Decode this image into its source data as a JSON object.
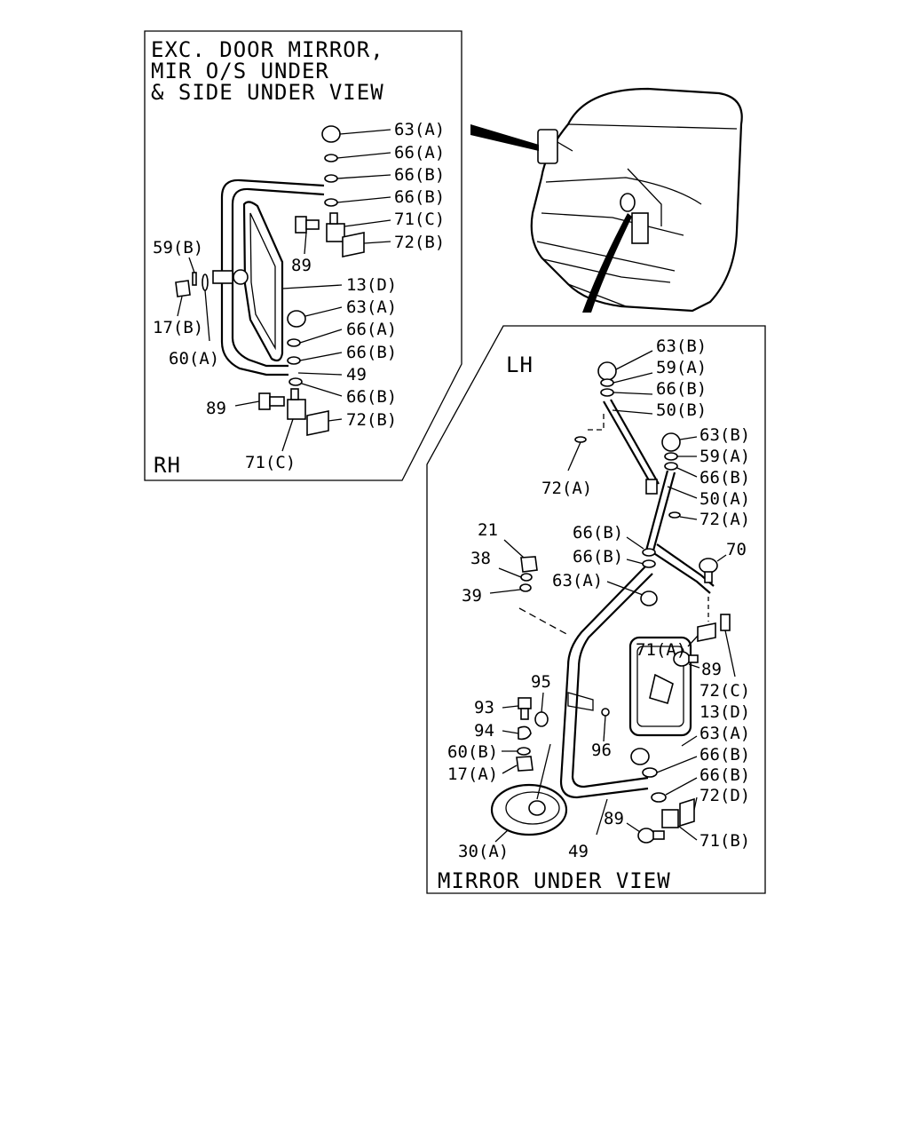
{
  "rh_panel": {
    "title_lines": [
      "EXC. DOOR MIRROR,",
      "MIR O/S UNDER",
      "& SIDE UNDER VIEW"
    ],
    "corner_label": "RH",
    "labels": [
      {
        "id": "rh-63a-top",
        "text": "63(A)"
      },
      {
        "id": "rh-66a-top",
        "text": "66(A)"
      },
      {
        "id": "rh-66b-1",
        "text": "66(B)"
      },
      {
        "id": "rh-66b-2",
        "text": "66(B)"
      },
      {
        "id": "rh-71c-top",
        "text": "71(C)"
      },
      {
        "id": "rh-72b-top",
        "text": "72(B)"
      },
      {
        "id": "rh-89-top",
        "text": "89"
      },
      {
        "id": "rh-59b",
        "text": "59(B)"
      },
      {
        "id": "rh-13d",
        "text": "13(D)"
      },
      {
        "id": "rh-17b",
        "text": "17(B)"
      },
      {
        "id": "rh-63a-mid",
        "text": "63(A)"
      },
      {
        "id": "rh-66a-mid",
        "text": "66(A)"
      },
      {
        "id": "rh-60a",
        "text": "60(A)"
      },
      {
        "id": "rh-66b-3",
        "text": "66(B)"
      },
      {
        "id": "rh-49",
        "text": "49"
      },
      {
        "id": "rh-66b-4",
        "text": "66(B)"
      },
      {
        "id": "rh-89-bot",
        "text": "89"
      },
      {
        "id": "rh-72b-bot",
        "text": "72(B)"
      },
      {
        "id": "rh-71c-bot",
        "text": "71(C)"
      }
    ]
  },
  "lh_panel": {
    "corner_label": "LH",
    "footer_label": "MIRROR UNDER VIEW",
    "labels": [
      {
        "id": "lh-63b-top",
        "text": "63(B)"
      },
      {
        "id": "lh-59a-top",
        "text": "59(A)"
      },
      {
        "id": "lh-66b-top",
        "text": "66(B)"
      },
      {
        "id": "lh-50b",
        "text": "50(B)"
      },
      {
        "id": "lh-63b-2",
        "text": "63(B)"
      },
      {
        "id": "lh-59a-2",
        "text": "59(A)"
      },
      {
        "id": "lh-66b-2",
        "text": "66(B)"
      },
      {
        "id": "lh-72a-left",
        "text": "72(A)"
      },
      {
        "id": "lh-50a",
        "text": "50(A)"
      },
      {
        "id": "lh-72a-right",
        "text": "72(A)"
      },
      {
        "id": "lh-21",
        "text": "21"
      },
      {
        "id": "lh-66b-3",
        "text": "66(B)"
      },
      {
        "id": "lh-70",
        "text": "70"
      },
      {
        "id": "lh-38",
        "text": "38"
      },
      {
        "id": "lh-66b-4",
        "text": "66(B)"
      },
      {
        "id": "lh-63a-1",
        "text": "63(A)"
      },
      {
        "id": "lh-39",
        "text": "39"
      },
      {
        "id": "lh-71a",
        "text": "71(A)"
      },
      {
        "id": "lh-89-1",
        "text": "89"
      },
      {
        "id": "lh-95",
        "text": "95"
      },
      {
        "id": "lh-72c",
        "text": "72(C)"
      },
      {
        "id": "lh-93",
        "text": "93"
      },
      {
        "id": "lh-13d",
        "text": "13(D)"
      },
      {
        "id": "lh-94",
        "text": "94"
      },
      {
        "id": "lh-63a-2",
        "text": "63(A)"
      },
      {
        "id": "lh-96",
        "text": "96"
      },
      {
        "id": "lh-60b",
        "text": "60(B)"
      },
      {
        "id": "lh-66b-5",
        "text": "66(B)"
      },
      {
        "id": "lh-17a",
        "text": "17(A)"
      },
      {
        "id": "lh-66b-6",
        "text": "66(B)"
      },
      {
        "id": "lh-72d",
        "text": "72(D)"
      },
      {
        "id": "lh-89-2",
        "text": "89"
      },
      {
        "id": "lh-71b",
        "text": "71(B)"
      },
      {
        "id": "lh-30a",
        "text": "30(A)"
      },
      {
        "id": "lh-49",
        "text": "49"
      }
    ]
  }
}
